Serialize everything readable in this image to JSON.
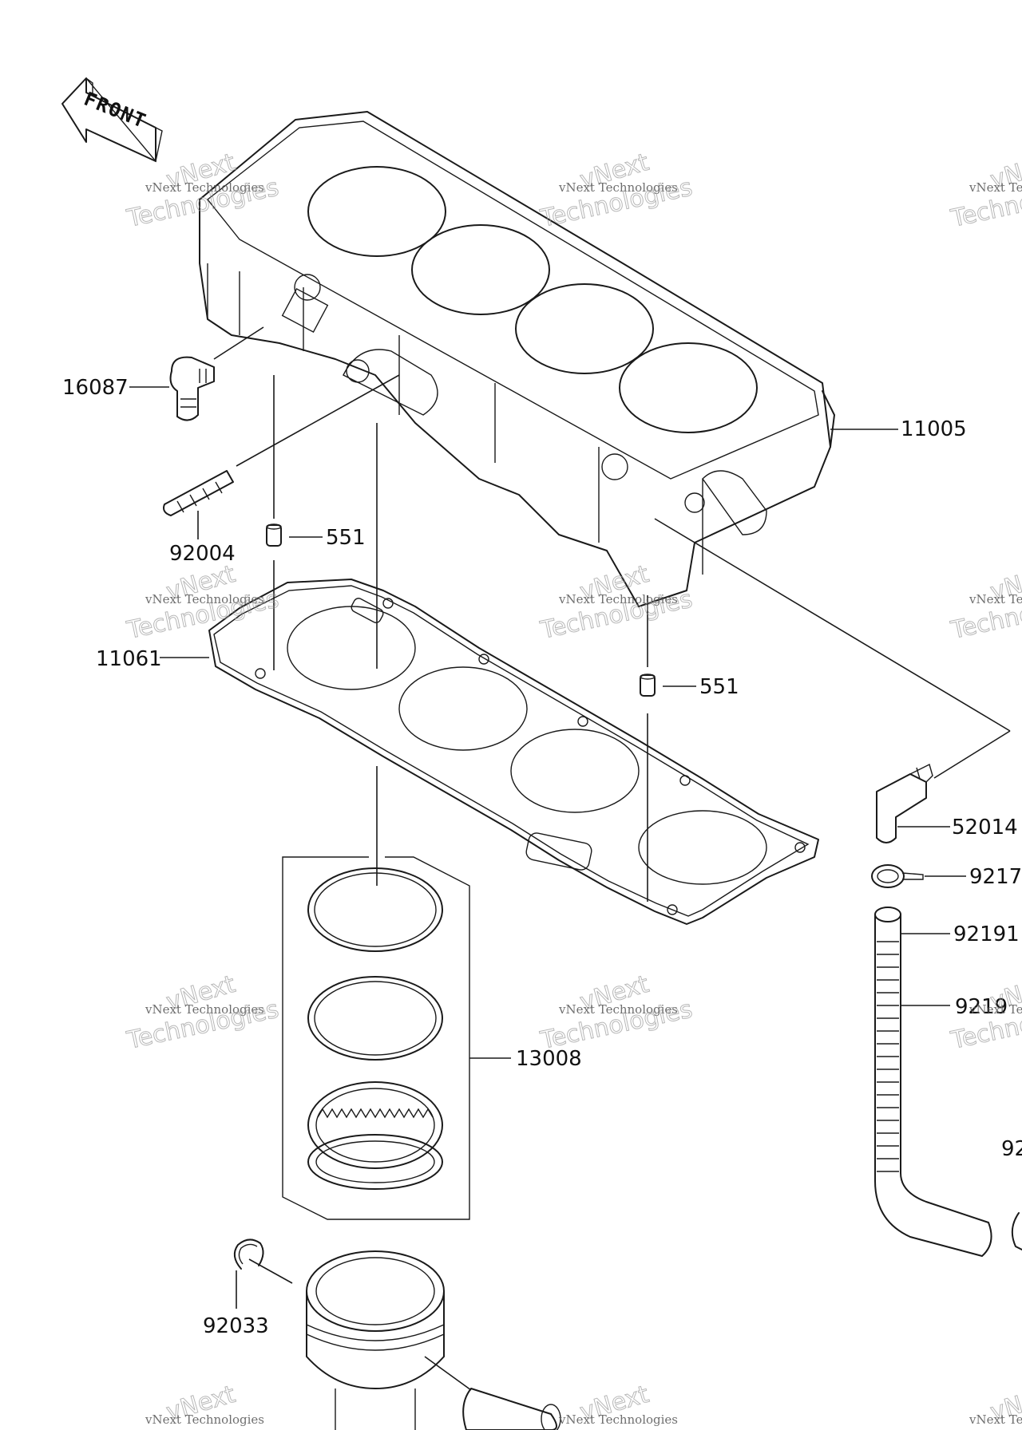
{
  "front_label": "FRONT",
  "callouts": {
    "c16087": "16087",
    "c11005": "11005",
    "c92004": "92004",
    "c551a": "551",
    "c11061": "11061",
    "c551b": "551",
    "c52014": "52014",
    "c9217x": "9217",
    "c92191": "92191",
    "c9219x": "9219",
    "c13008": "13008",
    "c92x": "92",
    "c92033": "92033"
  },
  "watermark": {
    "name": "vNext Technologies",
    "line1": "vNext",
    "line2": "Technologies"
  }
}
